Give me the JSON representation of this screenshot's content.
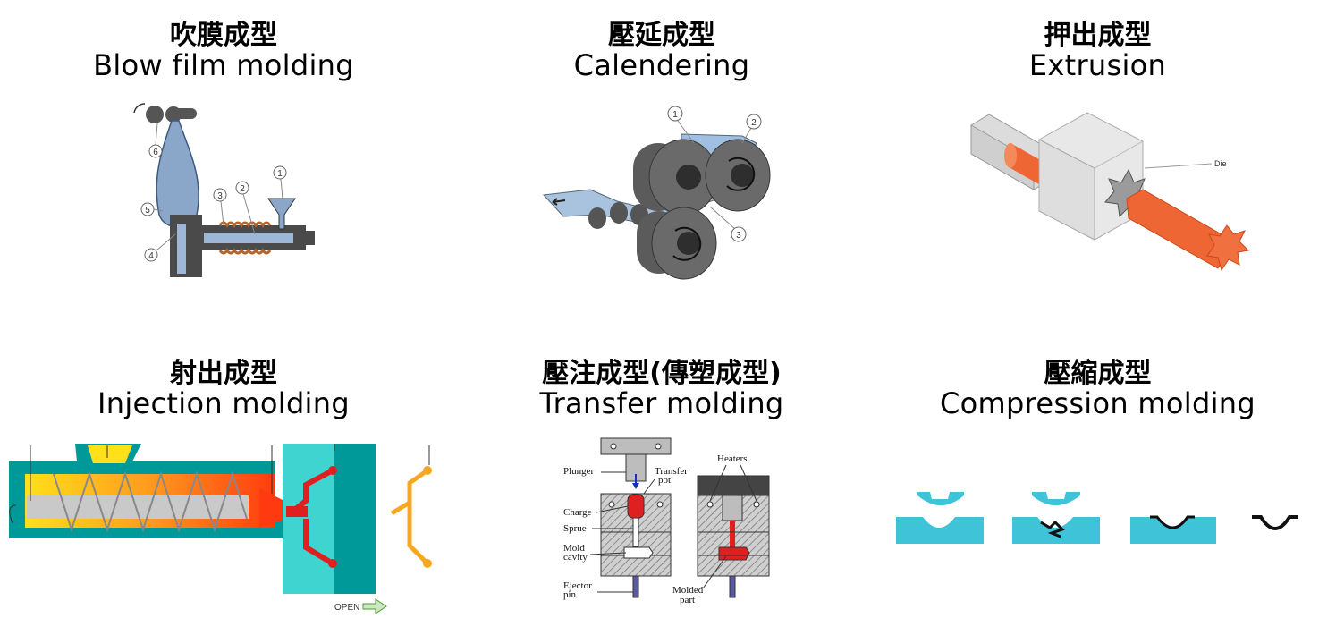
{
  "panels": [
    {
      "title_zh": "吹膜成型",
      "title_en": "Blow film molding",
      "callouts": [
        "1",
        "2",
        "3",
        "4",
        "5",
        "6"
      ]
    },
    {
      "title_zh": "壓延成型",
      "title_en": "Calendering",
      "callouts": [
        "1",
        "2",
        "3"
      ]
    },
    {
      "title_zh": "押出成型",
      "title_en": "Extrusion",
      "die_label": "Die"
    },
    {
      "title_zh": "射出成型",
      "title_en": "Injection molding",
      "open_label": "OPEN"
    },
    {
      "title_zh": "壓注成型(傳塑成型)",
      "title_en": "Transfer molding",
      "labels": {
        "plunger": "Plunger",
        "transfer": "Transfer",
        "pot": "pot",
        "charge": "Charge",
        "sprue": "Sprue",
        "mold": "Mold",
        "cavity": "cavity",
        "ejector": "Ejector",
        "pin": "pin",
        "heaters": "Heaters",
        "molded": "Molded",
        "part": "part"
      }
    },
    {
      "title_zh": "壓縮成型",
      "title_en": "Compression molding"
    }
  ],
  "colors": {
    "film_blue": "#8aa6c8",
    "dark_gray": "#4a4a4a",
    "orange": "#ee6633",
    "teal": "#009999",
    "light_teal": "#40d4d0",
    "mold_blue": "#3ec3d8",
    "red": "#e02020",
    "yellow_orange": "#f7a823"
  }
}
